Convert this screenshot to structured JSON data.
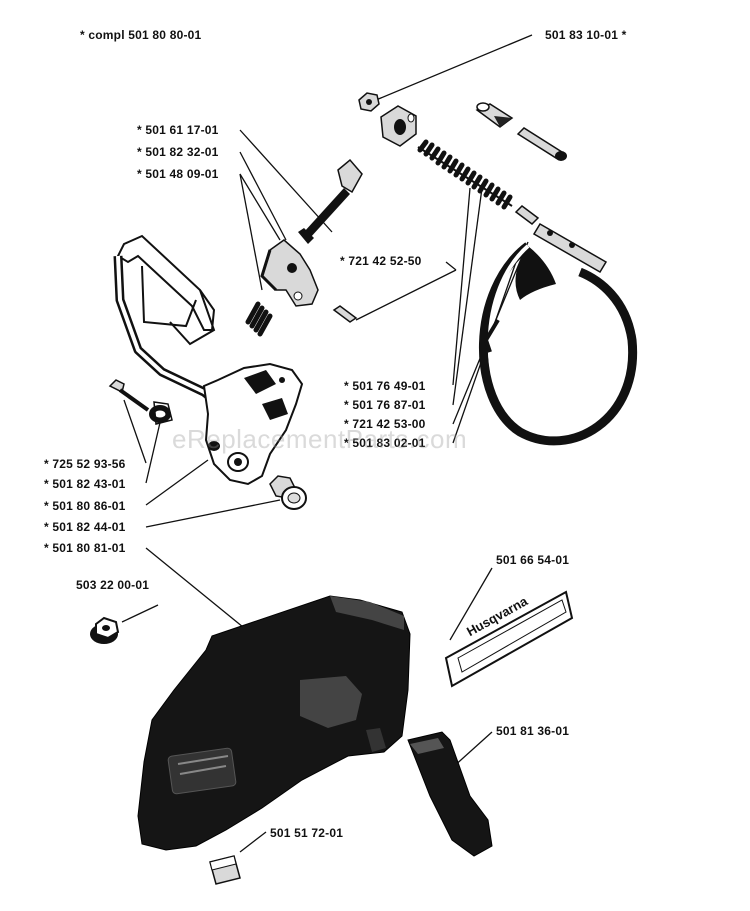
{
  "header": {
    "compl_label": "*  compl 501 80 80-01"
  },
  "parts": {
    "p_50183101": "501 83 10-01  *",
    "p_50161171": "*  501 61 17-01",
    "p_50182321": "*  501 82 32-01",
    "p_50148091": "*  501 48 09-01",
    "p_72142525": "*   721 42 52-50",
    "p_50176491": "*  501 76 49-01",
    "p_50176871": "*  501 76 87-01",
    "p_72142530": "*  721 42 53-00",
    "p_50183021": "*  501 83 02-01",
    "p_72552935": "*  725 52 93-56",
    "p_50182431": "*  501 82 43-01",
    "p_50180861": "*  501 80 86-01",
    "p_50182441": "*  501 82 44-01",
    "p_50180811": "*  501 80 81-01",
    "p_50322001": "503 22 00-01",
    "p_50166541": "501 66 54-01",
    "p_50181361": "501 81 36-01",
    "p_50151721": "501 51 72-01"
  },
  "decal": {
    "brand_text": "Husqvarna"
  },
  "watermark": {
    "text": "eReplacementParts.com"
  }
}
